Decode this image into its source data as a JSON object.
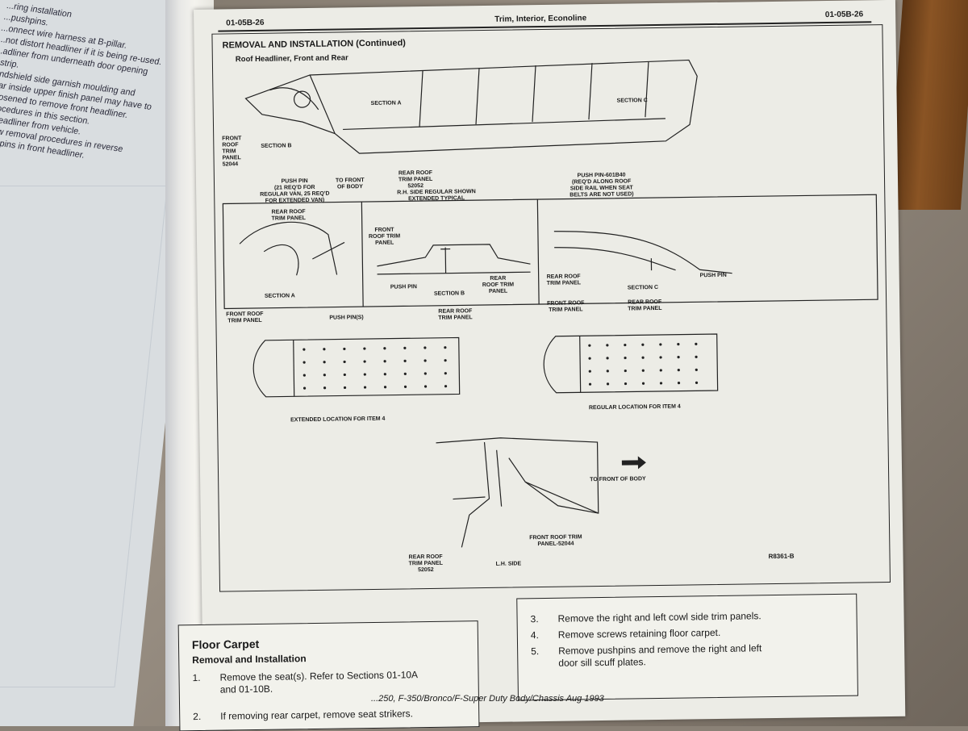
{
  "left_page": {
    "lines": [
      "...ring installation",
      "...pushpins.",
      "...onnect wire harness at B-pillar.",
      "...not distort headliner if it is being re-used.",
      "...adliner from underneath door opening",
      "...strip.",
      "...indshield side garnish moulding and",
      "...llar inside upper finish panel may have to",
      "...loosened to remove front headliner.",
      "...procedures in this section.",
      "...e headliner from vehicle.",
      "...ollow removal procedures in reverse",
      "...pushpins in front headliner."
    ]
  },
  "header": {
    "left": "01-05B-26",
    "center": "Trim, Interior, Econoline",
    "right": "01-05B-26"
  },
  "main": {
    "section_title": "REMOVAL AND INSTALLATION (Continued)",
    "figure_title": "Roof Headliner, Front and Rear",
    "labels": {
      "section_a_top": "SECTION A",
      "section_c_top": "SECTION C",
      "section_b_top": "SECTION B",
      "front_roof_panel": "FRONT\nROOF\nTRIM\nPANEL\n52044",
      "push_pin_note": "PUSH PIN\n(21 REQ'D FOR\nREGULAR VAN, 25 REQ'D\nFOR EXTENDED VAN)",
      "to_front": "TO FRONT\nOF BODY",
      "rear_roof_panel": "REAR ROOF\nTRIM PANEL\n52052",
      "rh_side": "R.H. SIDE REGULAR SHOWN\nEXTENDED TYPICAL",
      "push_pin_601": "PUSH PIN-601B40\n(REQ'D ALONG ROOF\nSIDE RAIL WHEN SEAT\nBELTS ARE NOT USED)",
      "a_rear": "REAR ROOF\nTRIM PANEL",
      "a_caption": "SECTION A",
      "b_front": "FRONT\nROOF TRIM\nPANEL",
      "b_pushpin": "PUSH PIN",
      "b_caption": "SECTION B",
      "b_rear": "REAR\nROOF TRIM\nPANEL",
      "c_rear": "REAR ROOF\nTRIM PANEL",
      "c_caption": "SECTION C",
      "c_pushpin": "PUSH PIN",
      "ext_front": "FRONT ROOF\nTRIM PANEL",
      "ext_pins": "PUSH PIN(S)",
      "ext_rear": "REAR ROOF\nTRIM PANEL",
      "ext_caption": "EXTENDED LOCATION FOR ITEM 4",
      "reg_front": "FRONT ROOF\nTRIM PANEL",
      "reg_rear": "REAR ROOF\nTRIM PANEL",
      "reg_caption": "REGULAR LOCATION FOR ITEM 4",
      "to_front_body": "TO FRONT OF BODY",
      "lh_rear": "REAR ROOF\nTRIM PANEL\n52052",
      "lh_side": "L.H. SIDE",
      "lh_front": "FRONT ROOF TRIM\nPANEL-52044",
      "code": "R8361-B"
    }
  },
  "floor_carpet": {
    "title": "Floor Carpet",
    "subtitle": "Removal and Installation",
    "steps_left": [
      {
        "num": "1.",
        "text": "Remove the seat(s). Refer to Sections 01-10A\nand 01-10B."
      },
      {
        "num": "2.",
        "text": "If removing rear carpet, remove seat strikers."
      }
    ],
    "steps_right": [
      {
        "num": "3.",
        "text": "Remove the right and left cowl side trim panels."
      },
      {
        "num": "4.",
        "text": "Remove screws retaining floor carpet."
      },
      {
        "num": "5.",
        "text": "Remove pushpins and remove the right and left\ndoor sill scuff plates."
      }
    ]
  },
  "footer": "...250, F-350/Bronco/F-Super Duty Body/Chassis Aug 1993"
}
